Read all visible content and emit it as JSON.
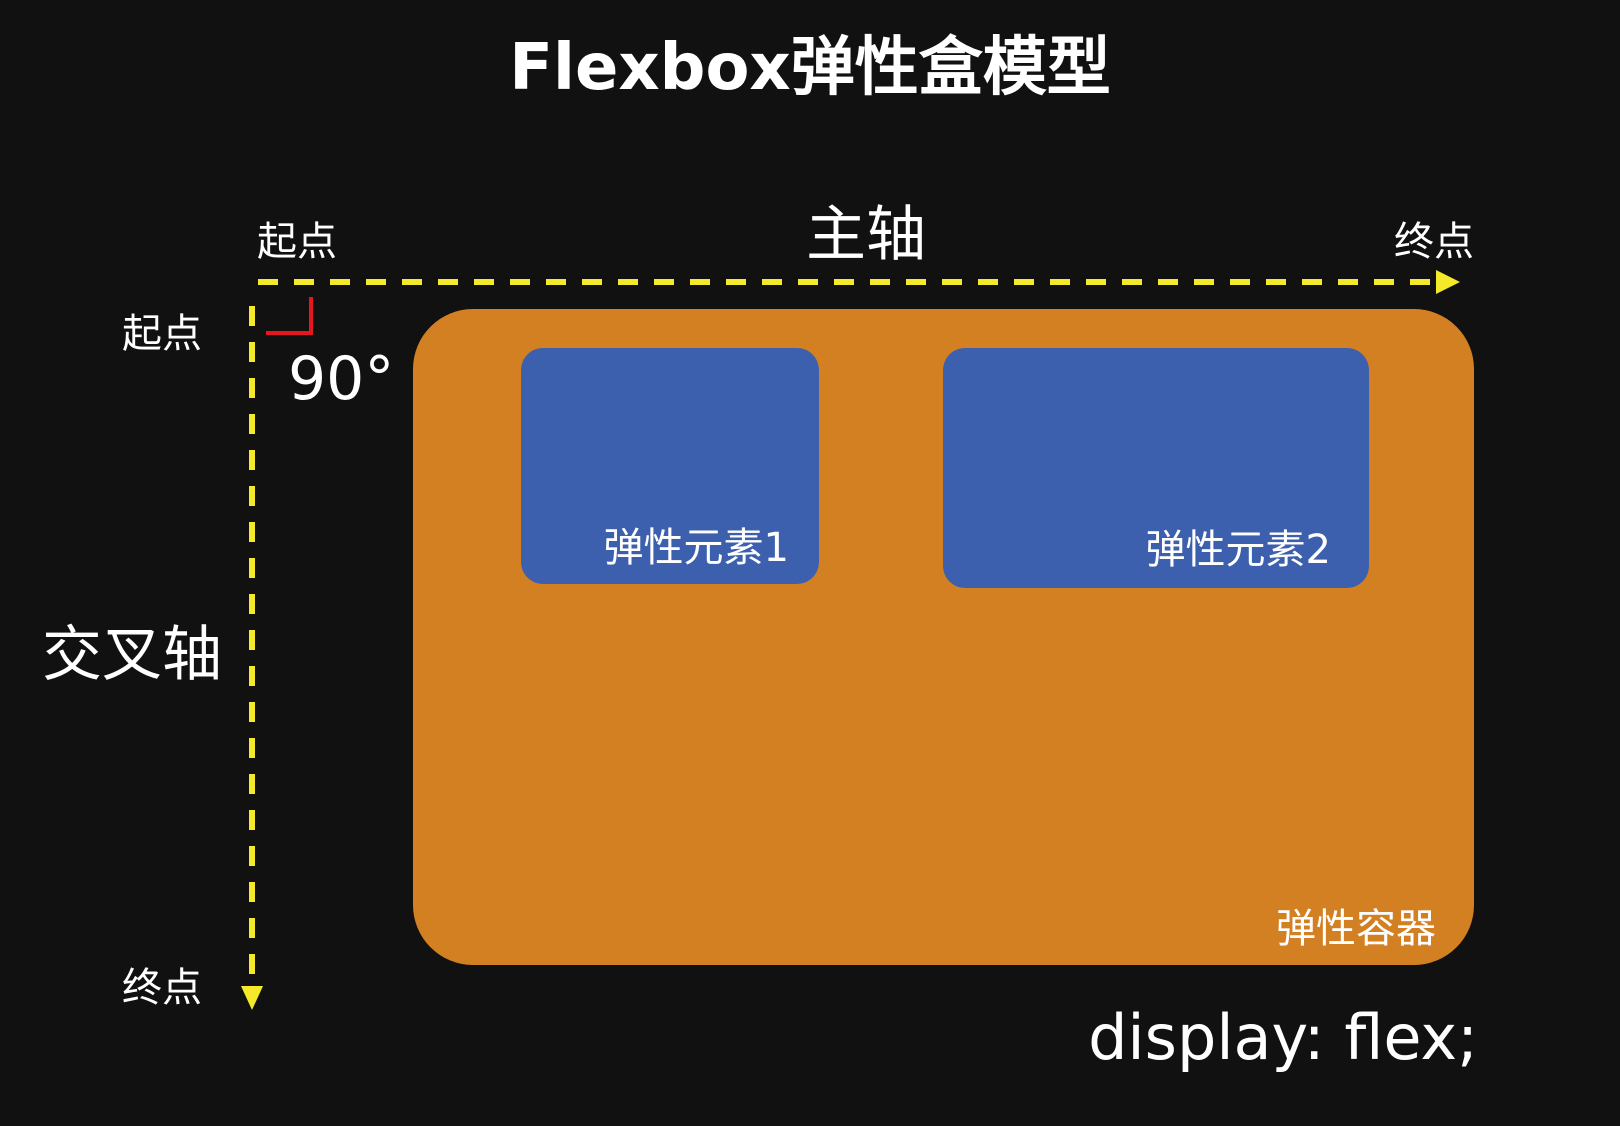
{
  "title": "Flexbox弹性盒模型",
  "main_axis": {
    "label": "主轴",
    "start": "起点",
    "end": "终点"
  },
  "cross_axis": {
    "label": "交叉轴",
    "start": "起点",
    "end": "终点"
  },
  "angle_label": "90°",
  "container": {
    "label": "弹性容器"
  },
  "items": [
    {
      "label": "弹性元素1"
    },
    {
      "label": "弹性元素2"
    }
  ],
  "code": "display: flex;",
  "colors": {
    "background": "#111111",
    "axis": "#f5ea2a",
    "angle_marker": "#e5161d",
    "container": "#d38023",
    "item": "#3c60ad",
    "text": "#ffffff"
  }
}
